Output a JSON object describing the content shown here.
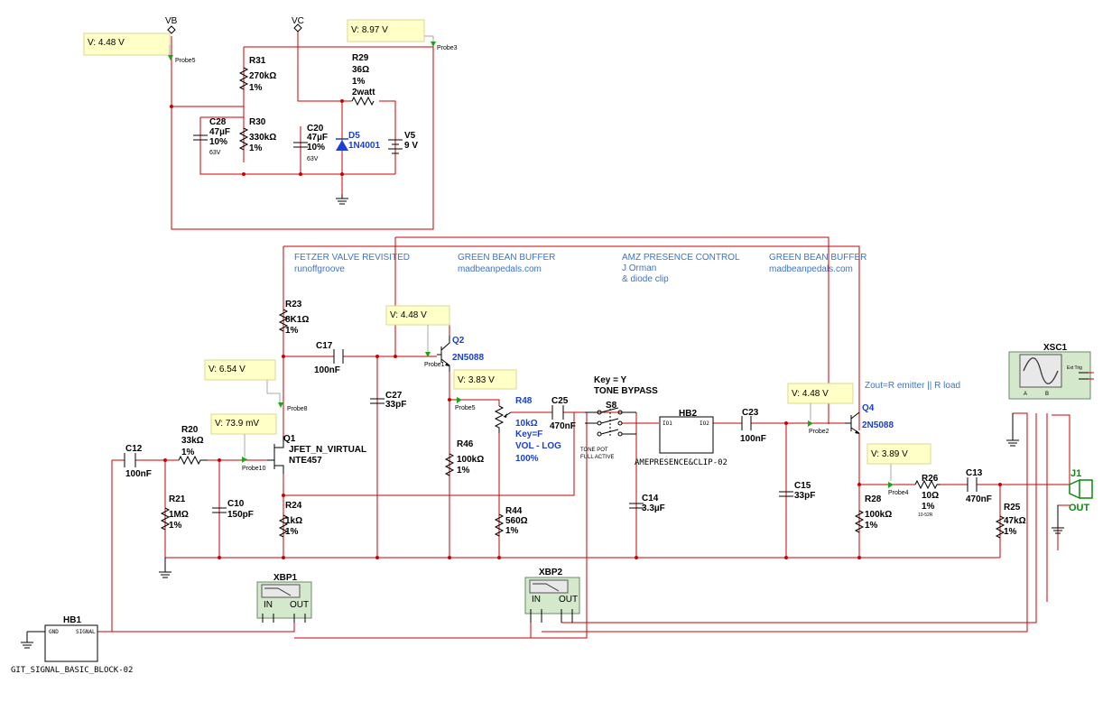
{
  "rails": {
    "vb": "VB",
    "vc": "VC"
  },
  "sections": [
    {
      "title": "FETZER VALVE REVISITED",
      "sub": "runoffgroove"
    },
    {
      "title": "GREEN BEAN BUFFER",
      "sub": "madbeanpedals.com"
    },
    {
      "title": "AMZ PRESENCE CONTROL",
      "sub": "J Orman",
      "sub2": "& diode clip"
    },
    {
      "title": "GREEN BEAN BUFFER",
      "sub": "madbeanpedals.com"
    }
  ],
  "zout_note": "Zout=R emitter || R load",
  "probes": [
    {
      "name": "Probe5",
      "value": "V: 4.48 V"
    },
    {
      "name": "Probe3",
      "value": "V: 8.97 V"
    },
    {
      "name": "Probe1",
      "value": "V: 4.48 V"
    },
    {
      "name": "Probe8",
      "value": "V: 6.54 V"
    },
    {
      "name": "Probe10",
      "value": "V: 73.9 mV"
    },
    {
      "name": "Probe5",
      "value": "V: 3.83 V"
    },
    {
      "name": "Probe2",
      "value": "V: 4.48 V"
    },
    {
      "name": "Probe4",
      "value": "V: 3.89 V"
    }
  ],
  "components": {
    "r31": [
      "R31",
      "270kΩ",
      "1%"
    ],
    "r30": [
      "R30",
      "330kΩ",
      "1%"
    ],
    "c28": [
      "C28",
      "47µF",
      "10%",
      "63V"
    ],
    "c20": [
      "C20",
      "47µF",
      "10%",
      "63V"
    ],
    "r29": [
      "R29",
      "36Ω",
      "1%",
      "2watt"
    ],
    "d5": [
      "D5",
      "1N4001"
    ],
    "v5": [
      "V5",
      "9 V"
    ],
    "r23": [
      "R23",
      "8K1Ω",
      "1%"
    ],
    "c17": [
      "C17",
      "100nF"
    ],
    "c27": [
      "C27",
      "33pF"
    ],
    "q1": [
      "Q1",
      "JFET_N_VIRTUAL",
      "NTE457"
    ],
    "r20": [
      "R20",
      "33kΩ",
      "1%"
    ],
    "c12": [
      "C12",
      "100nF"
    ],
    "r21": [
      "R21",
      "1MΩ",
      "1%"
    ],
    "c10": [
      "C10",
      "150pF"
    ],
    "r24": [
      "R24",
      "1kΩ",
      "1%"
    ],
    "q2": [
      "Q2",
      "2N5088"
    ],
    "r48": [
      "R48",
      "10kΩ",
      "Key=F",
      "VOL - LOG",
      "100%"
    ],
    "c25": [
      "C25",
      "470nF"
    ],
    "r46": [
      "R46",
      "100kΩ",
      "1%"
    ],
    "r44": [
      "R44",
      "560Ω",
      "1%"
    ],
    "s8": [
      "S8",
      "Key = Y",
      "TONE BYPASS",
      "TONE POT",
      "FULL ACTIVE"
    ],
    "hb2": [
      "HB2",
      "IO1",
      "IO2",
      "AMEPRESENCE&CLIP-02"
    ],
    "c14": [
      "C14",
      "3.3µF"
    ],
    "c23": [
      "C23",
      "100nF"
    ],
    "c15": [
      "C15",
      "33pF"
    ],
    "q4": [
      "Q4",
      "2N5088"
    ],
    "r28": [
      "R28",
      "100kΩ",
      "1%"
    ],
    "r26": [
      "R26",
      "10Ω",
      "1%",
      "10-52R"
    ],
    "c13": [
      "C13",
      "470nF"
    ],
    "r25": [
      "R25",
      "47kΩ",
      "1%"
    ],
    "j1": [
      "J1",
      "OUT"
    ],
    "xsc1": [
      "XSC1",
      "Ext Trig",
      "A",
      "B"
    ],
    "xbp1": [
      "XBP1",
      "IN",
      "OUT"
    ],
    "xbp2": [
      "XBP2",
      "IN",
      "OUT"
    ],
    "hb1": [
      "HB1",
      "GND",
      "SIGNAL",
      "GIT_SIGNAL_BASIC_BLOCK-02"
    ]
  }
}
